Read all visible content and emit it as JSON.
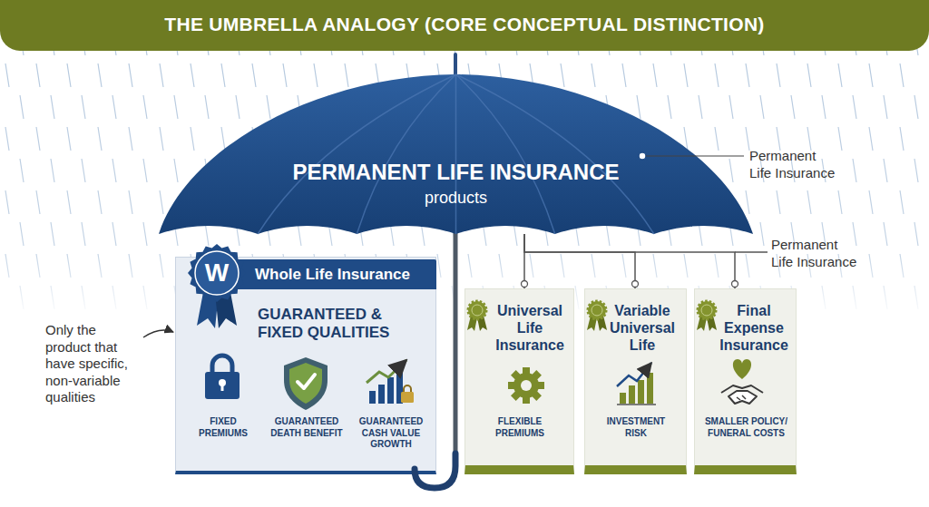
{
  "diagram": {
    "title": "THE UMBRELLA ANALOGY (CORE CONCEPTUAL DISTINCTION)",
    "nodes": [
      {
        "text": [
          "PERMANENT LIFE INSURANCE",
          "products"
        ]
      },
      {
        "text": [
          "Whole Life Insurance",
          "GUARANTEED & FIXED QUALITIES",
          "FIXED PREMIUMS",
          "GUARANTEED DEATH BENEFIT",
          "GUARANTEED CASH VALUE GROWTH"
        ]
      },
      {
        "text": [
          "W"
        ],
        "in": 1
      },
      {
        "text": [
          "Universal Life Insurance",
          "FLEXIBLE PREMIUMS"
        ]
      },
      {
        "text": [
          "Variable Universal Life",
          "INVESTMENT RISK"
        ]
      },
      {
        "text": [
          "Final Expense Insurance",
          "SMALLER POLICY/ FUNERAL COSTS"
        ]
      }
    ],
    "edges": [
      {
        "from": 0,
        "to": 3,
        "arrow": "none"
      },
      {
        "from": 0,
        "to": 4,
        "arrow": "none"
      },
      {
        "from": 0,
        "to": 5,
        "arrow": "none"
      }
    ],
    "labels": [
      "Permanent Life Insurance",
      "Permanent Life Insurance",
      "Only the product that have specific, non-variable qualities"
    ]
  }
}
